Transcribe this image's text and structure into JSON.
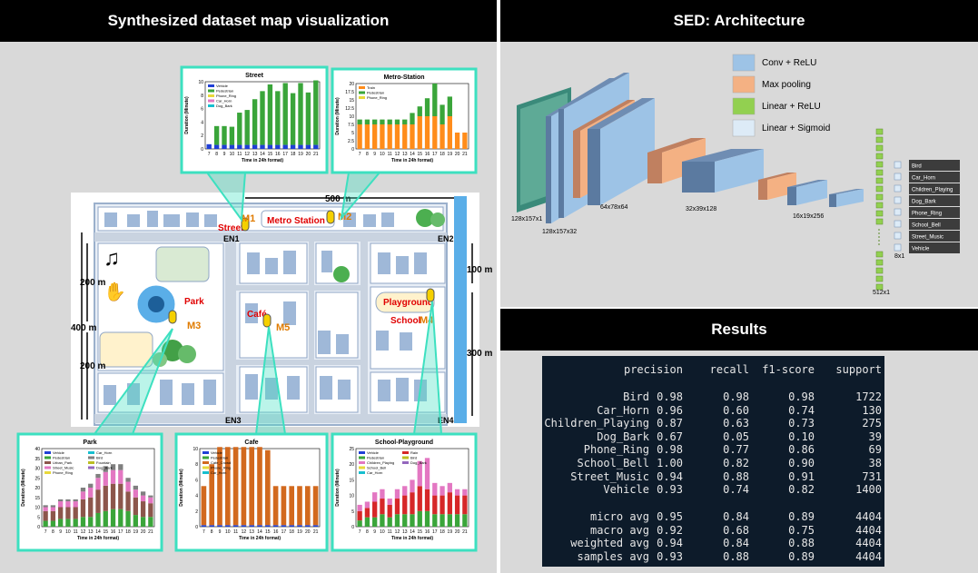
{
  "panels": {
    "map_title": "Synthesized dataset map visualization",
    "arch_title": "SED: Architecture",
    "results_title": "Results"
  },
  "map": {
    "dimensions": {
      "width": "500 m",
      "top_height": "100 m",
      "bottom_height": "300 m",
      "left_upper": "200 m",
      "left_total": "400 m",
      "left_lower": "200 m"
    },
    "locations": {
      "street": "Street",
      "metro": "Metro Station",
      "park": "Park",
      "cafe": "Café",
      "playground": "Playground",
      "school": "School"
    },
    "mics": {
      "m1": "M1",
      "m2": "M2",
      "m3": "M3",
      "m4": "M4",
      "m5": "M5"
    },
    "nodes": {
      "en1": "EN1",
      "en2": "EN2",
      "en3": "EN3",
      "en4": "EN4"
    }
  },
  "charts": {
    "xlabel": "Time in 24h format)",
    "ylabel": "Duration (Minute)",
    "hours": [
      "7",
      "8",
      "9",
      "10",
      "11",
      "12",
      "13",
      "14",
      "15",
      "16",
      "17",
      "18",
      "19",
      "20",
      "21"
    ]
  },
  "chart_data": [
    {
      "type": "bar",
      "title": "Street",
      "ylim": [
        0,
        10
      ],
      "yticks": [
        "0",
        "2",
        "4",
        "6",
        "8",
        "10"
      ],
      "legend": [
        "Vehicle",
        "Pedestrian",
        "Phone_Ring",
        "Car_Horn",
        "Dog_Bark"
      ],
      "colors": [
        "#1f3fd6",
        "#3aa53a",
        "#e8d83a",
        "#e377c2",
        "#17becf"
      ],
      "series": [
        {
          "name": "Vehicle",
          "values": [
            0.7,
            0.6,
            0.6,
            0.6,
            0.6,
            0.6,
            0.6,
            0.6,
            0.6,
            0.6,
            0.6,
            0.6,
            0.6,
            0.6,
            0.6
          ]
        },
        {
          "name": "Pedestrian",
          "values": [
            0,
            2.8,
            2.8,
            2.7,
            4.8,
            5.2,
            6.8,
            8.0,
            9.0,
            8.0,
            9.2,
            7.7,
            9.2,
            7.8,
            9.6
          ]
        }
      ]
    },
    {
      "type": "bar",
      "title": "Metro-Station",
      "ylim": [
        0,
        20
      ],
      "yticks": [
        "0",
        "2.5",
        "5",
        "7.5",
        "10",
        "12.5",
        "15",
        "17.5",
        "20"
      ],
      "legend": [
        "Train",
        "Pedestrian",
        "Phone_Ring"
      ],
      "colors": [
        "#ff8c1a",
        "#3aa53a",
        "#e8d83a"
      ],
      "series": [
        {
          "name": "Train",
          "values": [
            7.5,
            7.5,
            7.5,
            7.5,
            7.5,
            7.5,
            7.5,
            7.5,
            10,
            10,
            10,
            7.5,
            10,
            5,
            5
          ]
        },
        {
          "name": "Pedestrian",
          "values": [
            1.5,
            1.5,
            1.5,
            1.5,
            1.5,
            1.5,
            1.5,
            3.5,
            3,
            5.5,
            10,
            6,
            6,
            0,
            0
          ]
        }
      ]
    },
    {
      "type": "bar",
      "title": "Park",
      "ylim": [
        0,
        40
      ],
      "yticks": [
        "0",
        "5",
        "10",
        "15",
        "20",
        "25",
        "30",
        "35",
        "40"
      ],
      "legend": [
        "Vehicle",
        "Pedestrian",
        "Urban_Park",
        "Street_Music",
        "Phone_Ring",
        "Car_Horn",
        "Bird",
        "Fountain",
        "Dog_Bark"
      ],
      "colors": [
        "#1f3fd6",
        "#3aa53a",
        "#8c564b",
        "#e377c2",
        "#e8d83a",
        "#17becf",
        "#7f7f7f",
        "#bcbd22",
        "#9467bd"
      ],
      "series": [
        {
          "name": "Pedestrian",
          "values": [
            3,
            3,
            4,
            4,
            4,
            5,
            5,
            7,
            8,
            9,
            9,
            8,
            6,
            5,
            5
          ]
        },
        {
          "name": "Urban_Park",
          "values": [
            5,
            5,
            6,
            6,
            6,
            9,
            10,
            12,
            13,
            13,
            13,
            10,
            9,
            8,
            7
          ]
        },
        {
          "name": "Street_Music",
          "values": [
            2,
            2,
            3,
            3,
            3,
            4,
            5,
            6,
            7,
            7,
            7,
            5,
            4,
            3,
            3
          ]
        },
        {
          "name": "Bird",
          "values": [
            1,
            1,
            1,
            1,
            1,
            2,
            2,
            2,
            3,
            3,
            3,
            2,
            2,
            2,
            1
          ]
        }
      ]
    },
    {
      "type": "bar",
      "title": "Cafe",
      "ylim": [
        0,
        10
      ],
      "yticks": [
        "0",
        "2",
        "4",
        "6",
        "8",
        "10"
      ],
      "legend": [
        "Vehicle",
        "Pedestrian",
        "Cafe_Crowd",
        "Phone_Ring",
        "Car_Horn"
      ],
      "colors": [
        "#1f3fd6",
        "#3aa53a",
        "#d2691e",
        "#e8d83a",
        "#17becf"
      ],
      "series": [
        {
          "name": "Vehicle",
          "values": [
            0.2,
            0.2,
            0.2,
            0.2,
            0.2,
            0.2,
            0.2,
            0.2,
            0.2,
            0.2,
            0.2,
            0.2,
            0.2,
            0.2,
            0.2
          ]
        },
        {
          "name": "Cafe_Crowd",
          "values": [
            5,
            7.8,
            10,
            10,
            10,
            10,
            10,
            10,
            9.6,
            5,
            5,
            5,
            5,
            5,
            5
          ]
        }
      ]
    },
    {
      "type": "bar",
      "title": "School-Playground",
      "ylim": [
        0,
        25
      ],
      "yticks": [
        "0",
        "5",
        "10",
        "15",
        "20",
        "25"
      ],
      "legend": [
        "Vehicle",
        "Pedestrian",
        "Children_Playing",
        "School_Bell",
        "Car_Horn",
        "Rain",
        "Bird",
        "Dog_Bark"
      ],
      "colors": [
        "#1f3fd6",
        "#3aa53a",
        "#e377c2",
        "#e8d83a",
        "#17becf",
        "#d62728",
        "#bcbd22",
        "#9467bd"
      ],
      "series": [
        {
          "name": "Pedestrian",
          "values": [
            2,
            3,
            3,
            4,
            3,
            4,
            4,
            4,
            5,
            5,
            4,
            4,
            4,
            4,
            4
          ]
        },
        {
          "name": "Rain",
          "values": [
            3,
            3,
            5,
            5,
            4,
            5,
            6,
            7,
            8,
            7,
            6,
            6,
            7,
            6,
            6
          ]
        },
        {
          "name": "Children_Playing",
          "values": [
            2,
            2,
            3,
            3,
            2,
            3,
            3,
            4,
            8,
            10,
            4,
            3,
            3,
            2,
            2
          ]
        }
      ]
    }
  ],
  "architecture": {
    "legend": [
      "Conv + ReLU",
      "Max pooling",
      "Linear + ReLU",
      "Linear + Sigmoid"
    ],
    "legend_colors": [
      "#9dc3e6",
      "#f4b183",
      "#92d050",
      "#ddebf7"
    ],
    "dims": [
      "128x157x1",
      "128x157x32",
      "64x78x64",
      "32x39x128",
      "16x19x256",
      "512x1",
      "8x1"
    ],
    "classes": [
      "Bird",
      "Car_Horn",
      "Children_Playing",
      "Dog_Bark",
      "Phone_Ring",
      "School_Bell",
      "Street_Music",
      "Vehicle"
    ]
  },
  "results": {
    "headers": [
      "precision",
      "recall",
      "f1-score",
      "support"
    ],
    "rows": [
      {
        "label": "Bird",
        "p": "0.98",
        "r": "0.98",
        "f": "0.98",
        "s": "1722"
      },
      {
        "label": "Car_Horn",
        "p": "0.96",
        "r": "0.60",
        "f": "0.74",
        "s": "130"
      },
      {
        "label": "Children_Playing",
        "p": "0.87",
        "r": "0.63",
        "f": "0.73",
        "s": "275"
      },
      {
        "label": "Dog_Bark",
        "p": "0.67",
        "r": "0.05",
        "f": "0.10",
        "s": "39"
      },
      {
        "label": "Phone_Ring",
        "p": "0.98",
        "r": "0.77",
        "f": "0.86",
        "s": "69"
      },
      {
        "label": "School_Bell",
        "p": "1.00",
        "r": "0.82",
        "f": "0.90",
        "s": "38"
      },
      {
        "label": "Street_Music",
        "p": "0.94",
        "r": "0.88",
        "f": "0.91",
        "s": "731"
      },
      {
        "label": "Vehicle",
        "p": "0.93",
        "r": "0.74",
        "f": "0.82",
        "s": "1400"
      }
    ],
    "avgs": [
      {
        "label": "micro avg",
        "p": "0.95",
        "r": "0.84",
        "f": "0.89",
        "s": "4404"
      },
      {
        "label": "macro avg",
        "p": "0.92",
        "r": "0.68",
        "f": "0.75",
        "s": "4404"
      },
      {
        "label": "weighted avg",
        "p": "0.94",
        "r": "0.84",
        "f": "0.88",
        "s": "4404"
      },
      {
        "label": "samples avg",
        "p": "0.93",
        "r": "0.88",
        "f": "0.89",
        "s": "4404"
      }
    ]
  }
}
